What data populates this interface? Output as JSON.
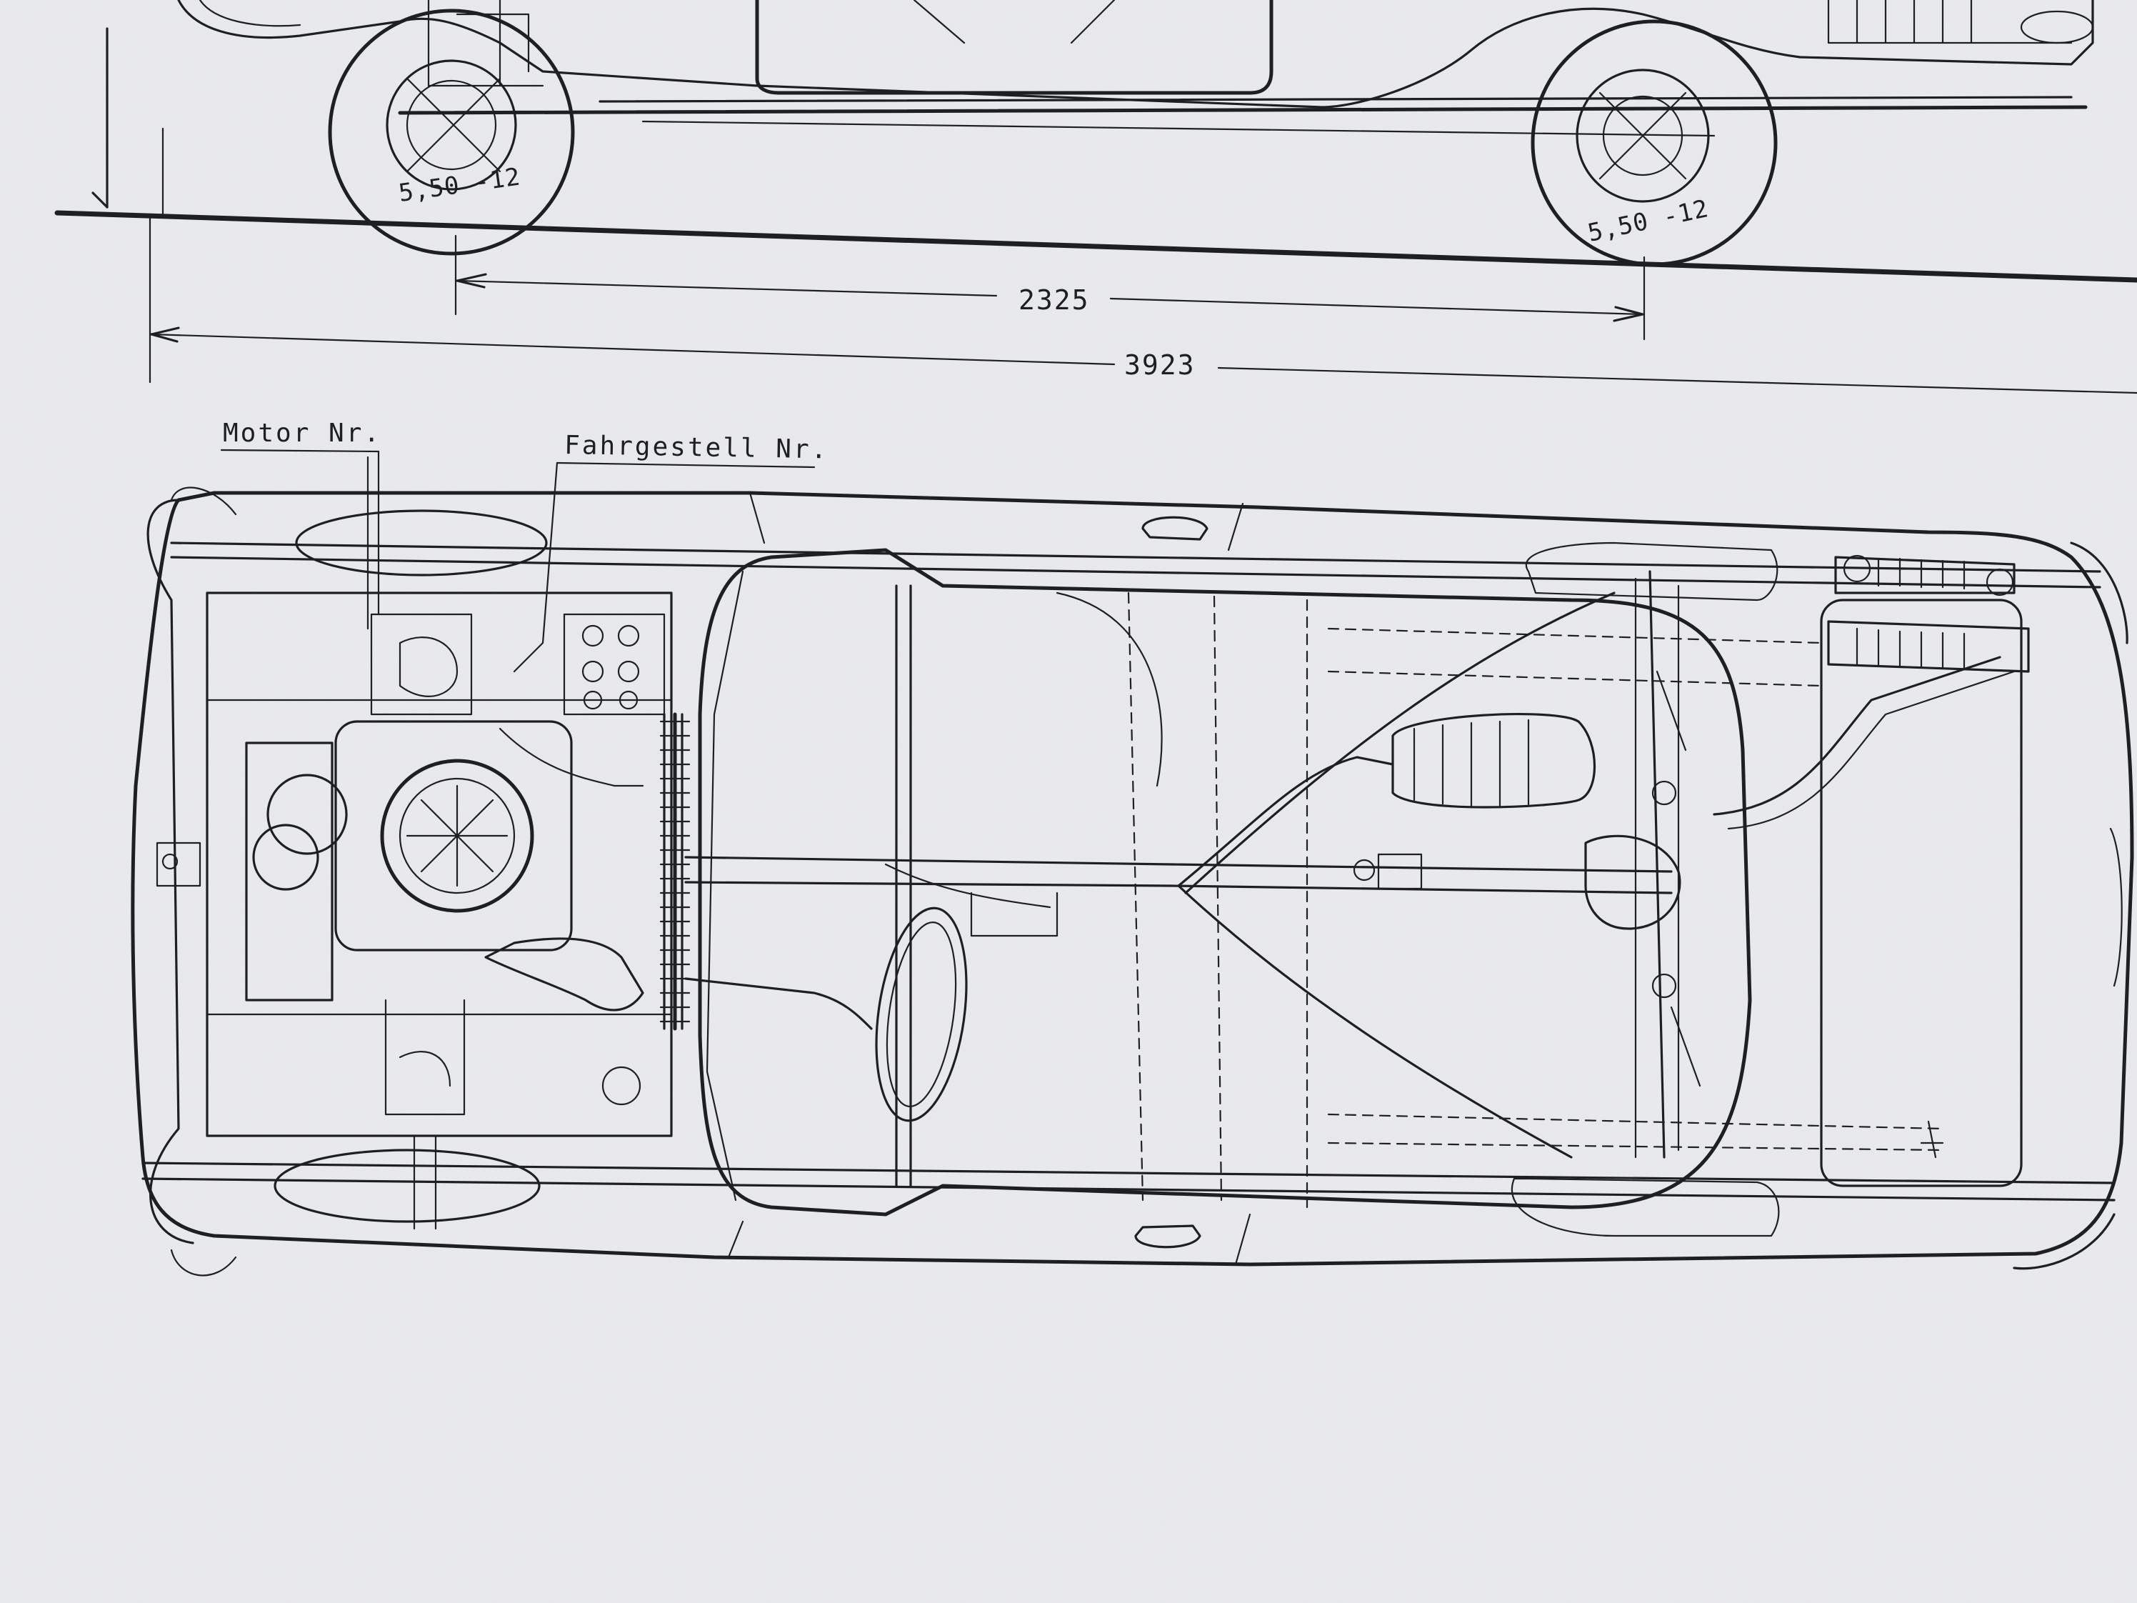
{
  "drawing": {
    "side_view": {
      "tyre_front_label": "5,50 -12",
      "tyre_rear_label": "5,50 -12"
    },
    "dimensions": {
      "wheelbase": "2325",
      "overall_length": "3923"
    },
    "plan_view": {
      "motor_label": "Motor Nr.",
      "chassis_label": "Fahrgestell Nr."
    }
  },
  "colors": {
    "paper": "#e9eaec",
    "ink": "#1e1f22"
  }
}
